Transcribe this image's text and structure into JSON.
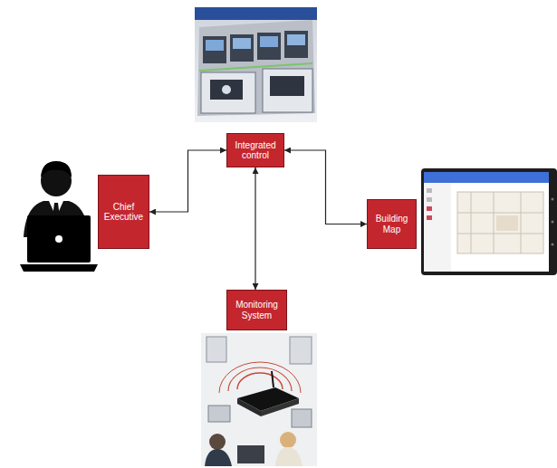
{
  "diagram": {
    "nodes": [
      {
        "text": [
          "Integrated control"
        ]
      },
      {
        "text": [
          "Chief Executive"
        ]
      },
      {
        "text": [
          "Building Map"
        ]
      },
      {
        "text": [
          "Monitoring System"
        ]
      }
    ],
    "edges": [
      {
        "from": 1,
        "to": 0,
        "arrow": "both"
      },
      {
        "from": 2,
        "to": 0,
        "arrow": "both"
      },
      {
        "from": 0,
        "to": 3,
        "arrow": "both"
      }
    ]
  }
}
